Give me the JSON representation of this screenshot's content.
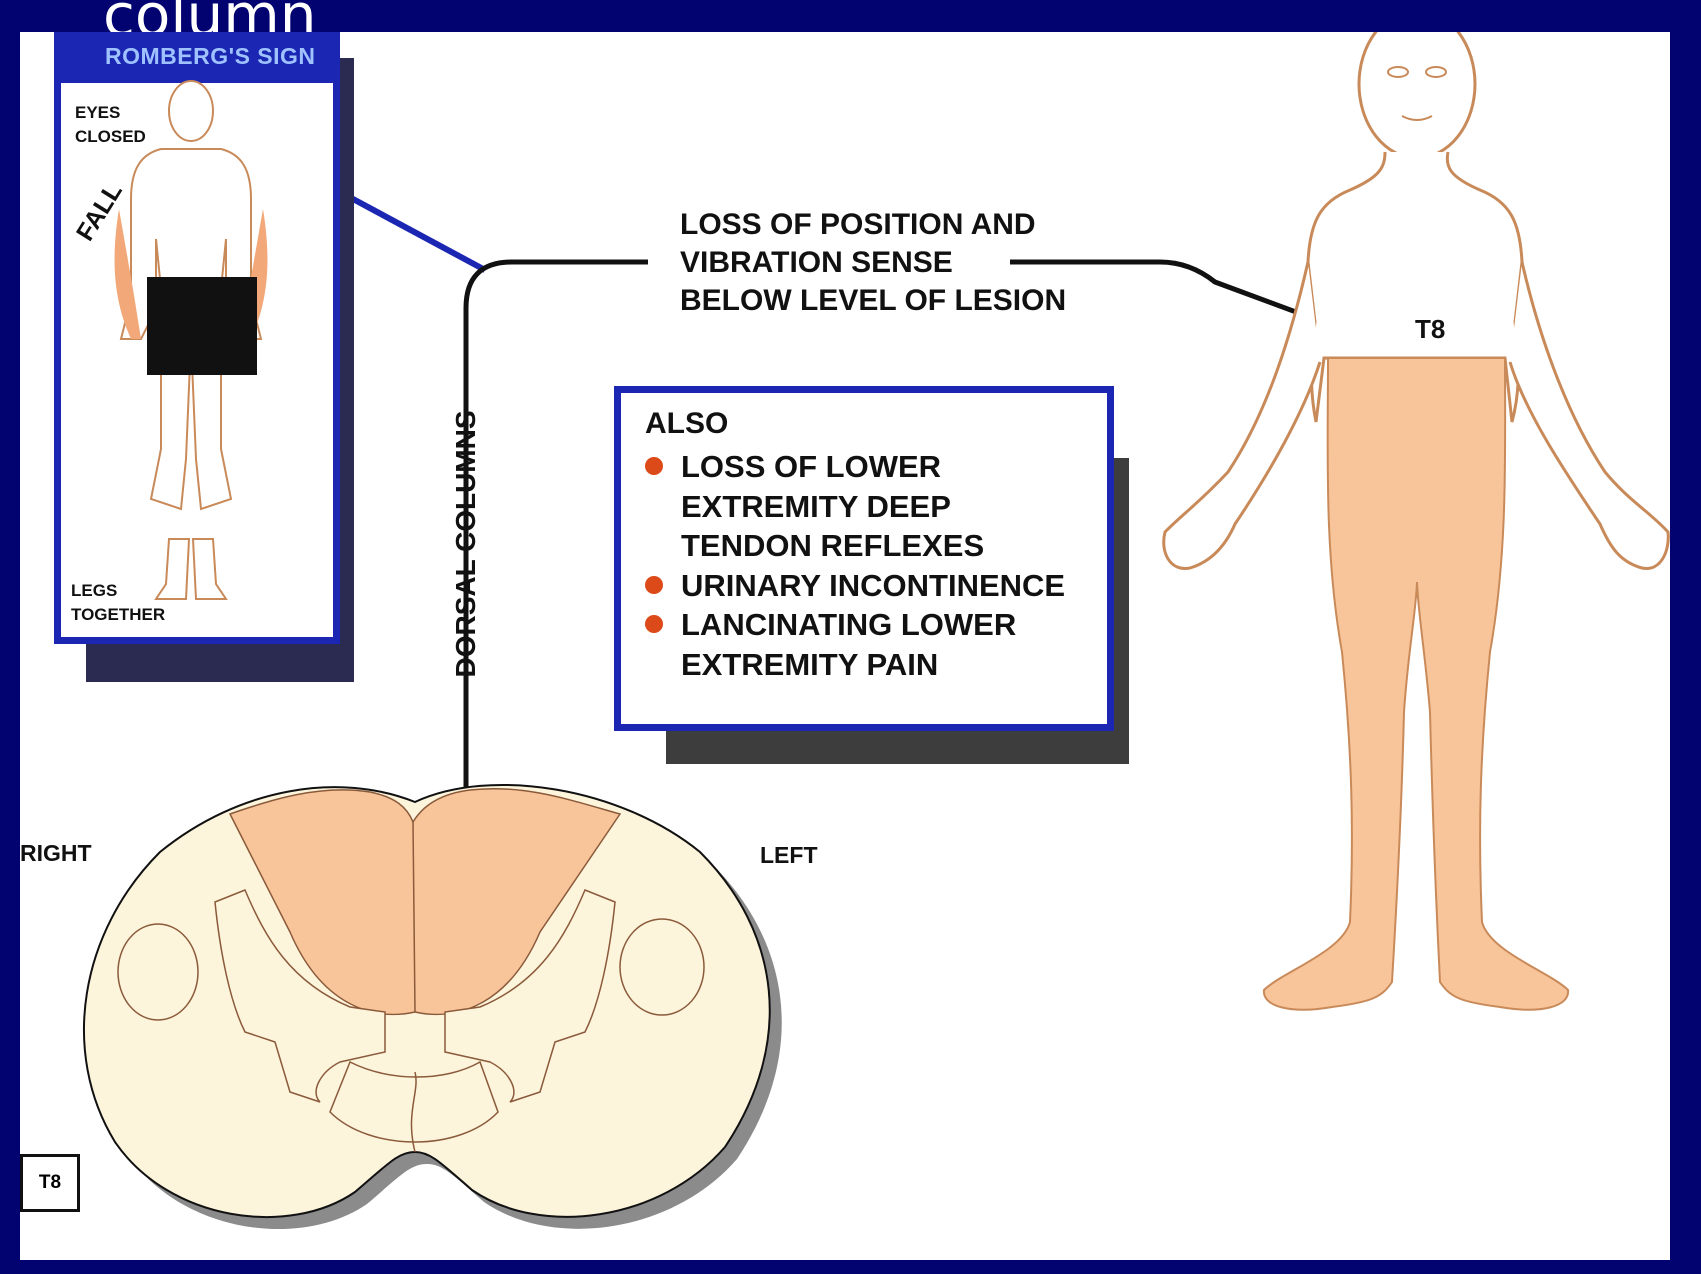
{
  "slide_title": "column",
  "romberg": {
    "title": "ROMBERG'S SIGN",
    "eyes_label": [
      "EYES",
      "CLOSED"
    ],
    "fall_label": "FALL",
    "legs_label": [
      "LEGS",
      "TOGETHER"
    ]
  },
  "main_label": [
    "LOSS OF POSITION AND",
    "VIBRATION SENSE",
    "BELOW LEVEL OF LESION"
  ],
  "tract_label": "DORSAL COLUMNS",
  "level_label": "T8",
  "also_box": {
    "title": "ALSO",
    "items": [
      [
        "LOSS OF LOWER",
        "EXTREMITY DEEP",
        "TENDON REFLEXES"
      ],
      [
        "URINARY INCONTINENCE"
      ],
      [
        "LANCINATING LOWER",
        "EXTREMITY PAIN"
      ]
    ]
  },
  "cord": {
    "right_label": "RIGHT",
    "left_label": "LEFT",
    "level_box": "T8"
  },
  "colors": {
    "background": "#020270",
    "panel_border": "#1b27b3",
    "affected_area": "#f8c49a",
    "cord_white_matter": "#fdf4dc",
    "fall_arrow": "#e8401a",
    "bullet": "#dd4a1a"
  }
}
